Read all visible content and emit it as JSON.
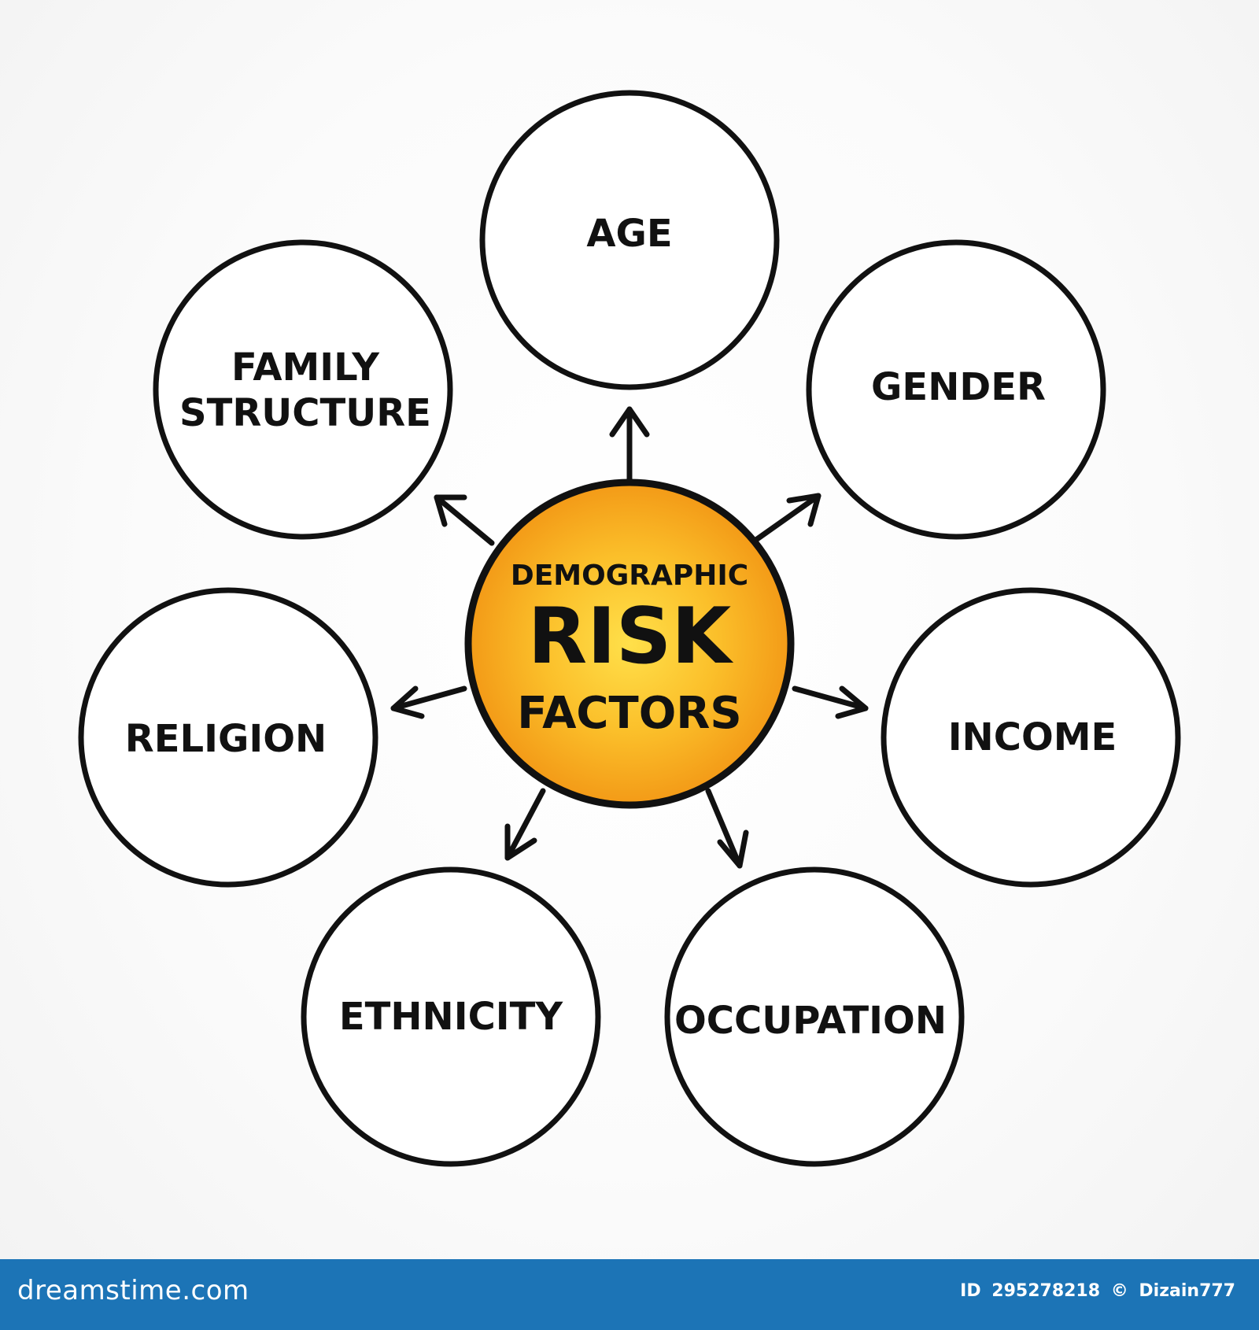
{
  "center": {
    "line1": "DEMOGRAPHIC",
    "line2": "RISK",
    "line3": "FACTORS",
    "fill_color": "#f7a21b",
    "glow_color": "#ffe04a"
  },
  "nodes": {
    "age": "AGE",
    "gender": "GENDER",
    "income": "INCOME",
    "occupation": "OCCUPATION",
    "ethnicity": "ETHNICITY",
    "religion": "RELIGION",
    "family_line1": "FAMILY",
    "family_line2": "STRUCTURE"
  },
  "footer": {
    "site": "dreamstime.com",
    "id_label": "ID",
    "id_value": "295278218",
    "copyright_symbol": "©",
    "author": "Dizain777",
    "background_color": "#1c74b6"
  }
}
